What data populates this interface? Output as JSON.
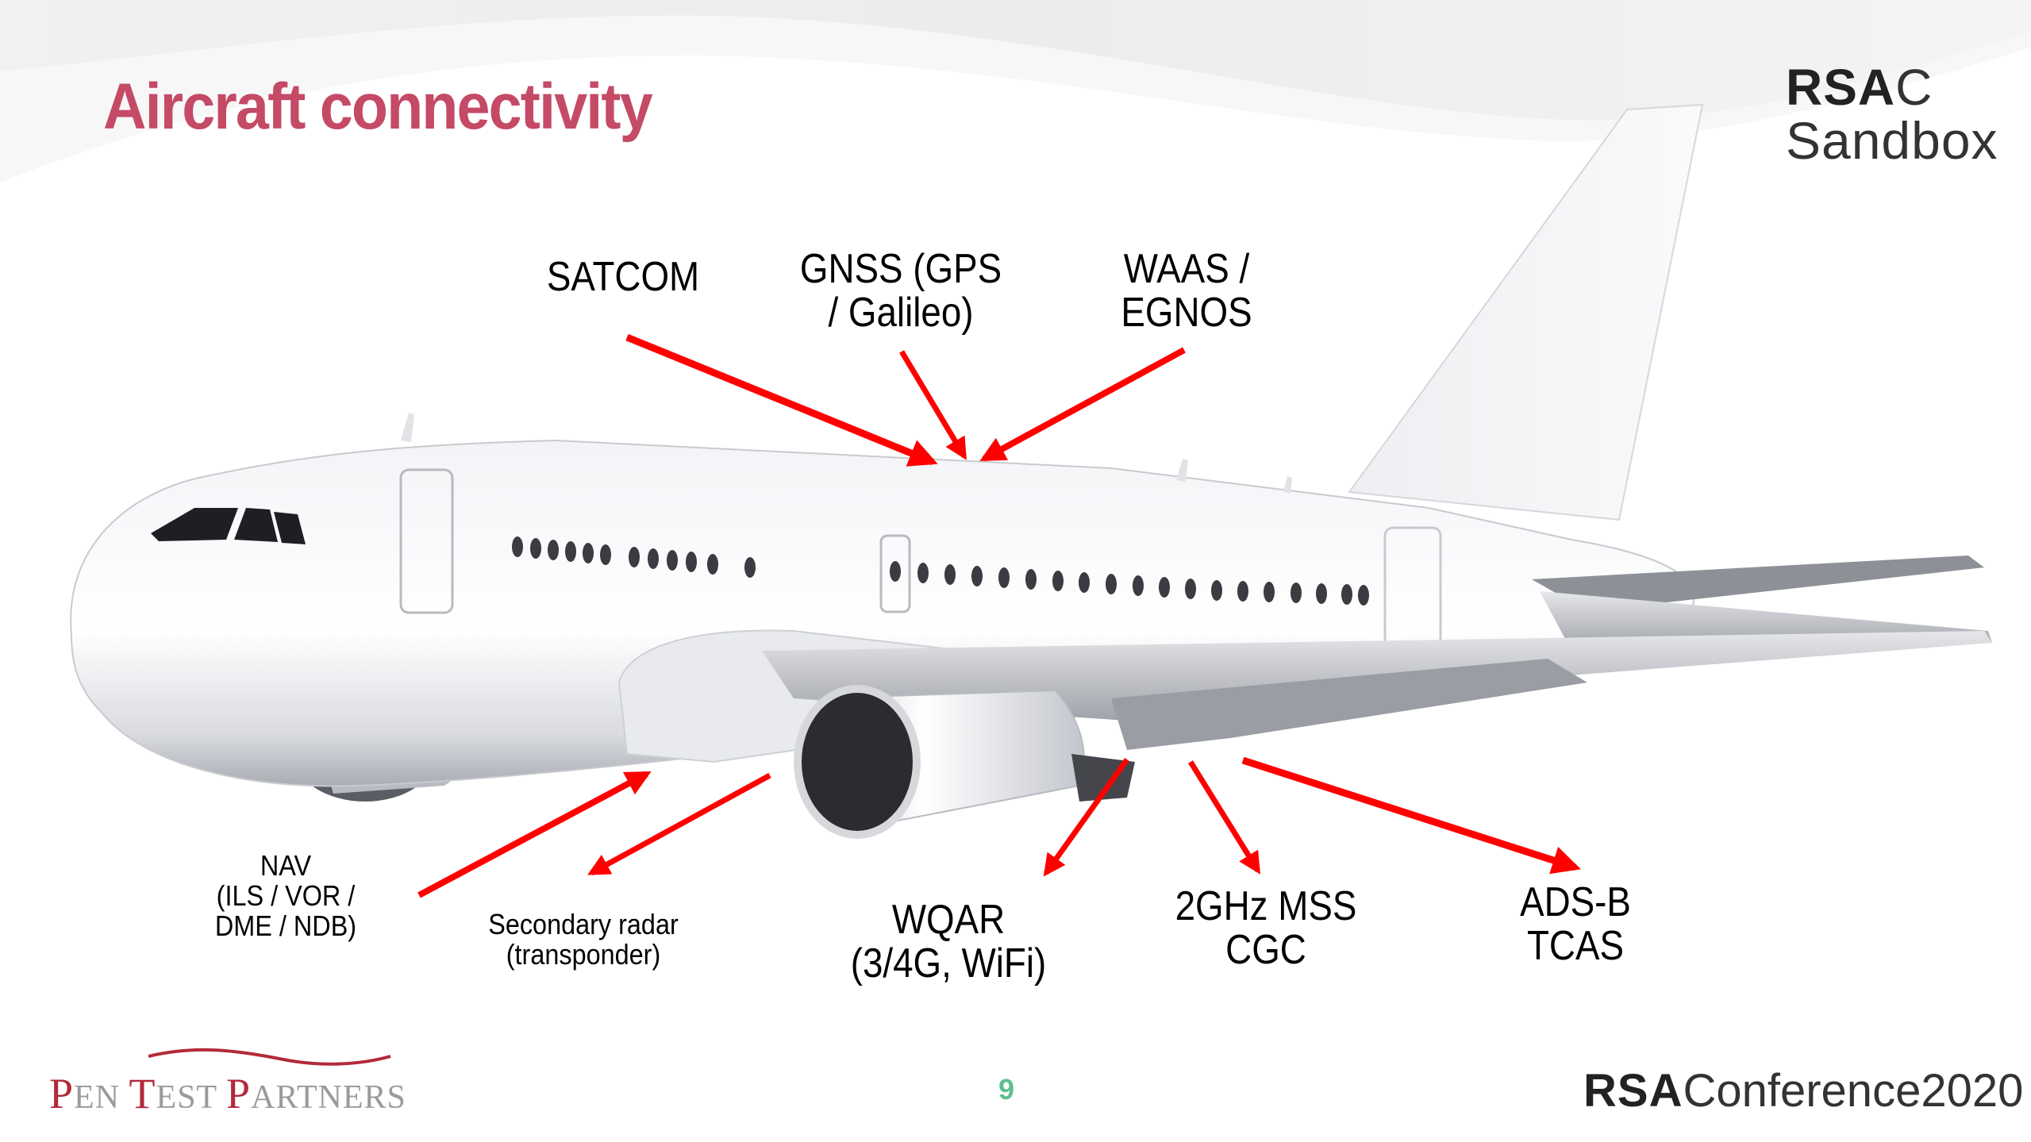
{
  "slide": {
    "title": "Aircraft connectivity",
    "page_number": "9",
    "colors": {
      "title": "#c44a66",
      "arrow": "#ff0000",
      "page_number": "#5cbf8f",
      "logo_red": "#b22a3a"
    }
  },
  "logos": {
    "rsac_sandbox": {
      "line1_bold": "RSA",
      "line1_light": "C",
      "line2": "Sandbox"
    },
    "pen_test_partners": {
      "text": "Pen Test Partners",
      "p1": "P",
      "w1": "EN ",
      "t": "T",
      "w2": "EST ",
      "p2": "P",
      "w3": "ARTNERS"
    },
    "rsa_conference": {
      "bold": "RSA",
      "light": "Conference2020"
    }
  },
  "labels": {
    "satcom": "SATCOM",
    "gnss": "GNSS (GPS\n/ Galileo)",
    "waas": "WAAS /\nEGNOS",
    "nav": "NAV\n(ILS / VOR /\nDME / NDB)",
    "secondary_radar": "Secondary radar\n(transponder)",
    "wqar": "WQAR\n(3/4G, WiFi)",
    "mss": "2GHz MSS\nCGC",
    "adsb": "ADS-B\nTCAS"
  }
}
